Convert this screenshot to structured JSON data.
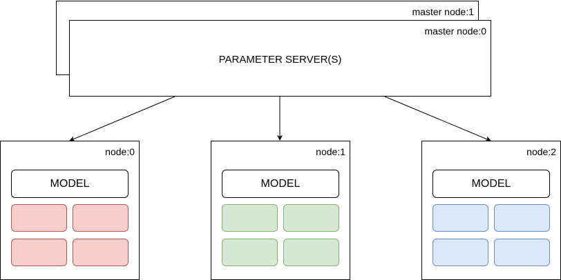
{
  "parameter_servers": {
    "back_label": "master node:1",
    "front_label": "master node:0",
    "title": "PARAMETER SERVER(S)"
  },
  "nodes": [
    {
      "label": "node:0",
      "model_label": "MODEL",
      "tile_fill": "#f8cecc",
      "tile_stroke": "#b85450"
    },
    {
      "label": "node:1",
      "model_label": "MODEL",
      "tile_fill": "#d5e8d4",
      "tile_stroke": "#82b366"
    },
    {
      "label": "node:2",
      "model_label": "MODEL",
      "tile_fill": "#dae8fc",
      "tile_stroke": "#6c8ebf"
    }
  ]
}
